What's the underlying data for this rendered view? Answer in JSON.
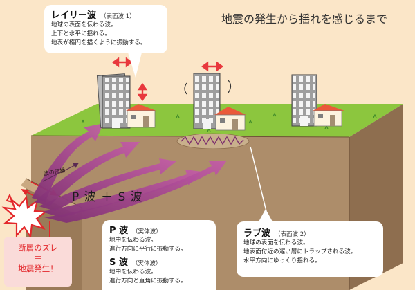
{
  "page_title": "地震の発生から揺れを感じるまで",
  "rayleigh": {
    "title": "レイリー波",
    "sub": "（表面波 1）",
    "lines": [
      "地球の表面を伝わる波。",
      "上下と水平に揺れる。",
      "地表が楕円を描くように振動する。"
    ]
  },
  "wave_propagation_label": "波の伝播",
  "ps_label": "P 波 ＋ S 波",
  "p_wave": {
    "title": "P 波",
    "sub": "（実体波）",
    "lines": [
      "地中を伝わる波。",
      "進行方向に平行に振動する。"
    ]
  },
  "s_wave": {
    "title": "S 波",
    "sub": "（実体波）",
    "lines": [
      "地中を伝わる波。",
      "進行方向と直角に振動する。"
    ]
  },
  "love": {
    "title": "ラブ波",
    "sub": "（表面波 2）",
    "lines": [
      "地球の表面を伝わる波。",
      "地表面付近の遅い層にトラップされる波。",
      "水平方向にゆっくり揺れる。"
    ]
  },
  "fault": {
    "line1": "断層のズレ",
    "line2": "＝",
    "line3": "地震発生！"
  },
  "colors": {
    "background": "#fbe6c8",
    "ground_top": "#8cc63e",
    "earth_front": "#ad8d6a",
    "earth_side": "#8e6e4f",
    "wave_purple": "#a1478e",
    "shake_arrow": "#e8383d",
    "fault_red": "#e3272b",
    "fault_box": "#fadbd9"
  }
}
